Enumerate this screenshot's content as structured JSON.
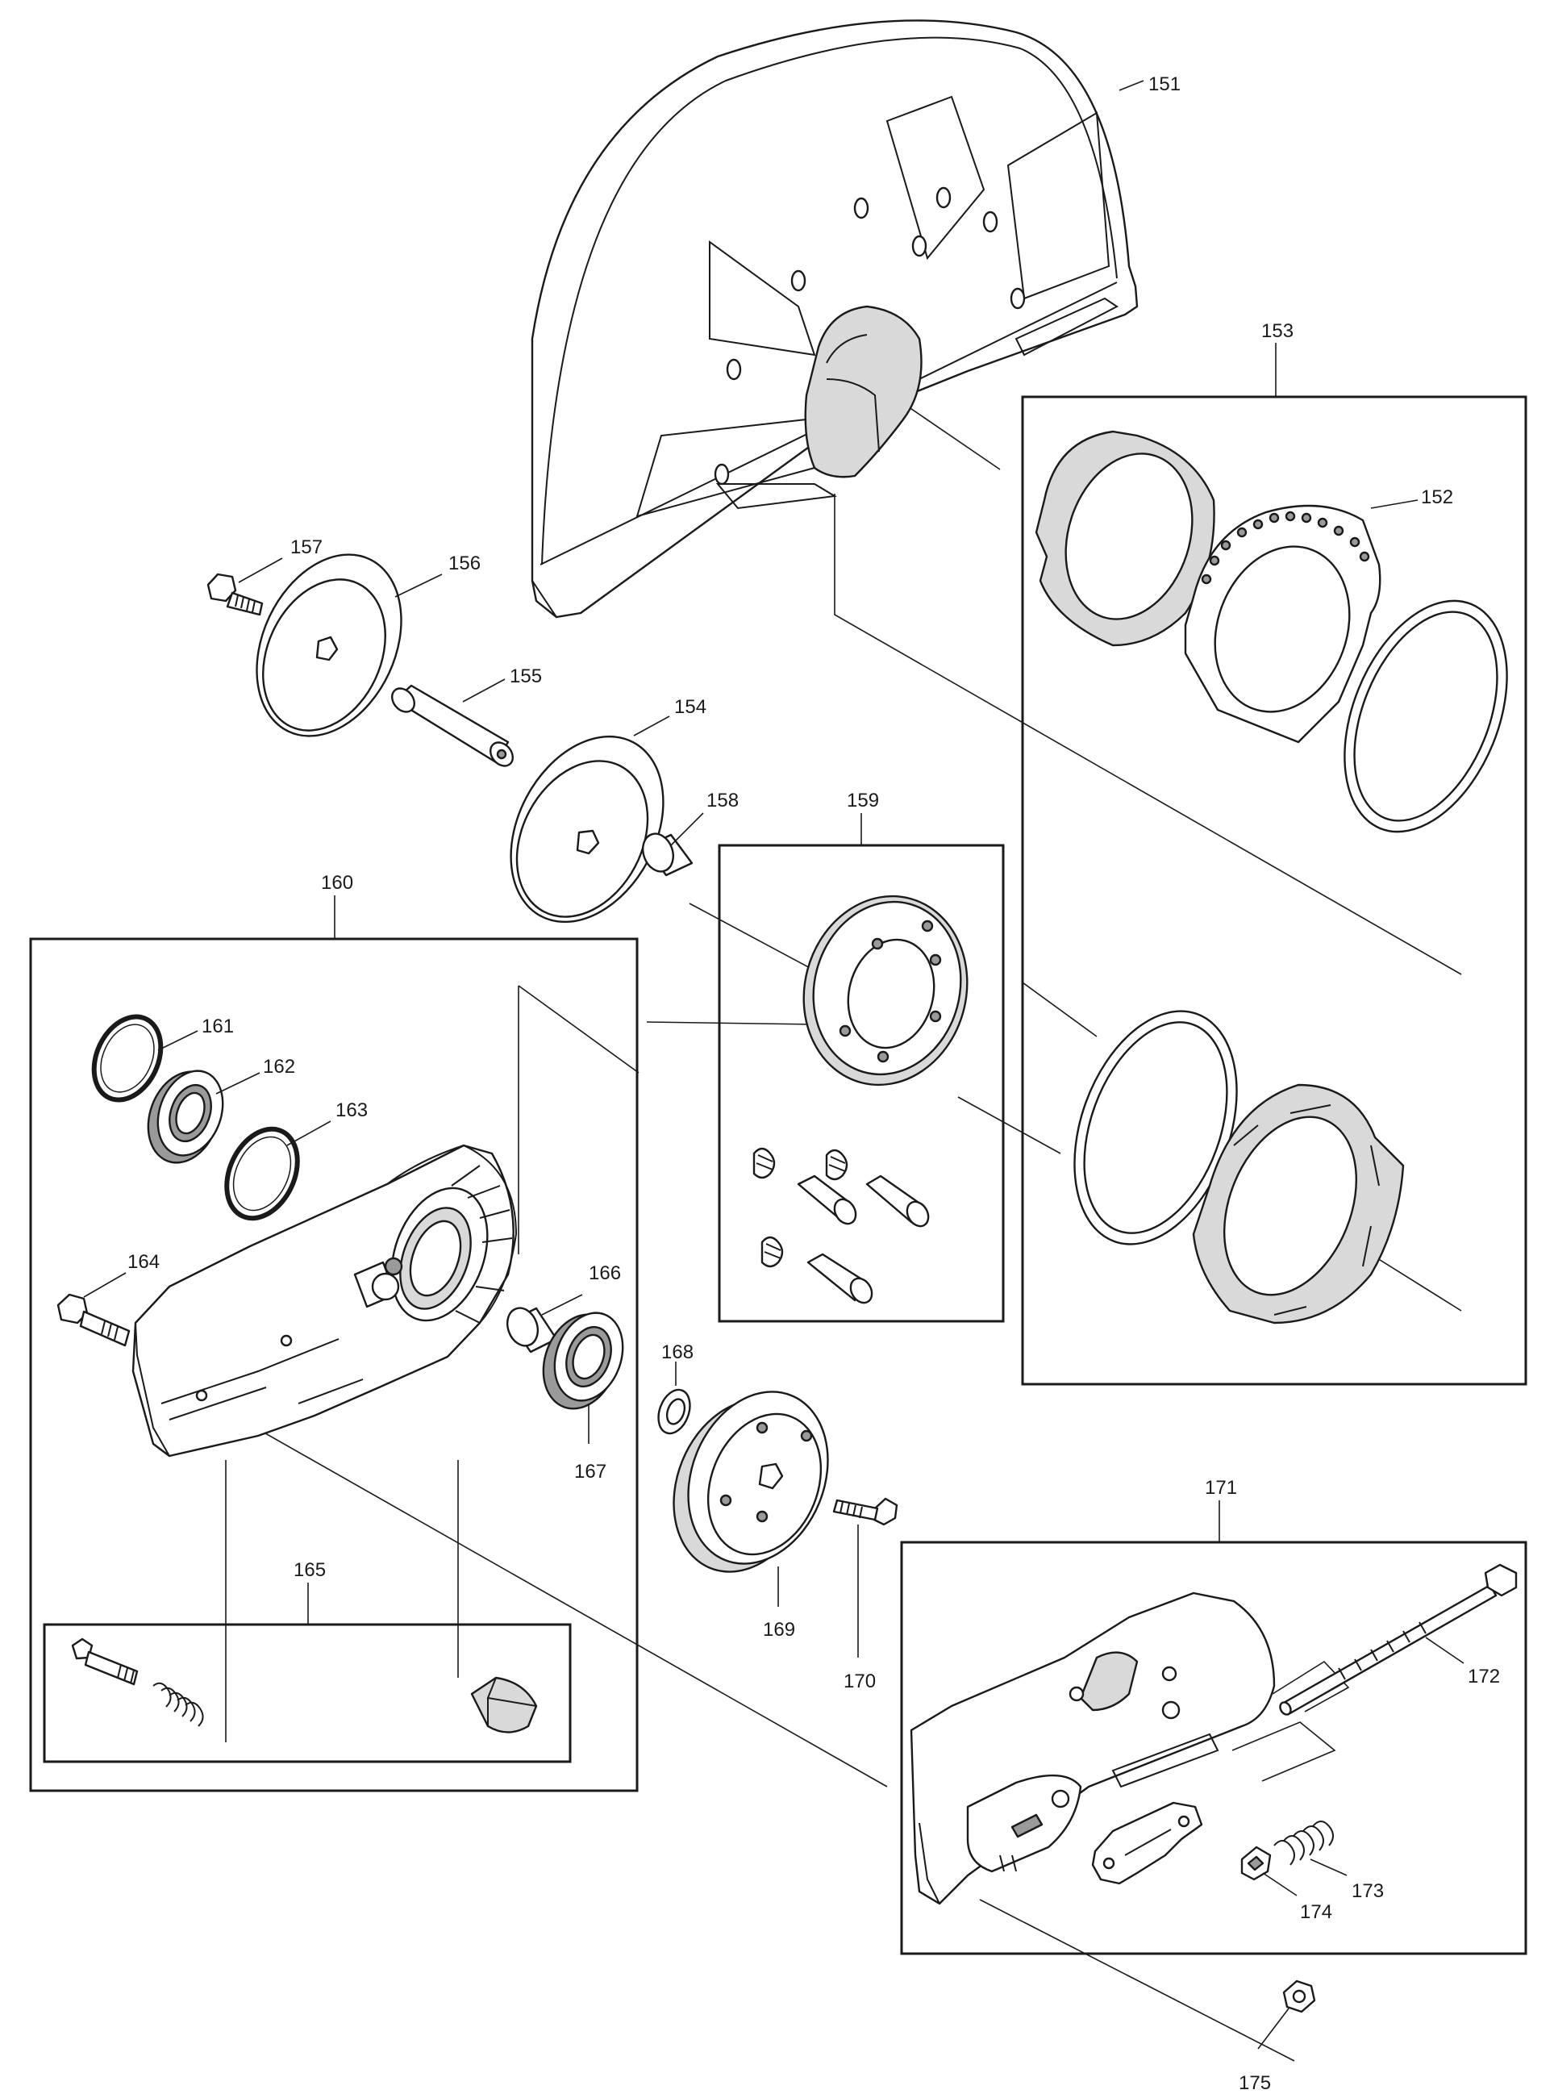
{
  "labels": {
    "p151": "151",
    "p152": "152",
    "p153": "153",
    "p154": "154",
    "p155": "155",
    "p156": "156",
    "p157": "157",
    "p158": "158",
    "p159": "159",
    "p160": "160",
    "p161": "161",
    "p162": "162",
    "p163": "163",
    "p164": "164",
    "p165": "165",
    "p166": "166",
    "p167": "167",
    "p168": "168",
    "p169": "169",
    "p170": "170",
    "p171": "171",
    "p172": "172",
    "p173": "173",
    "p174": "174",
    "p175": "175"
  },
  "colors": {
    "line": "#1a1a1a",
    "shade": "#d9d9d9",
    "dark": "#9a9a9a",
    "background": "#ffffff"
  }
}
